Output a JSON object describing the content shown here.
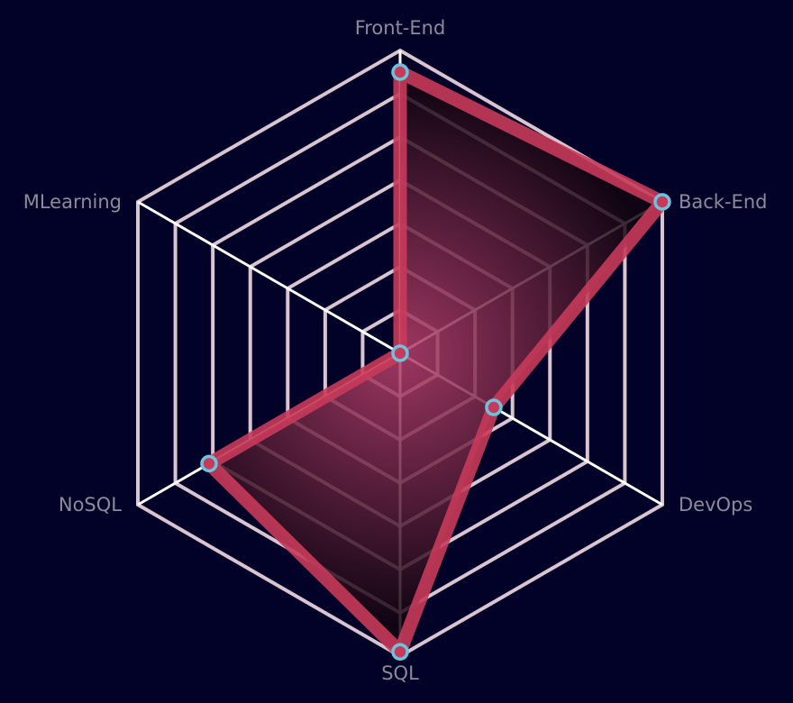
{
  "colors": {
    "background": "#020127",
    "grid": "#d9c4cf",
    "spoke": "#ffffff",
    "series_stroke": "#c83a5a",
    "series_fill_center": "#b8406a",
    "series_fill_edge": "#120510",
    "marker": "#6cc3dd",
    "label": "#8d8b99"
  },
  "chart_data": {
    "type": "radar",
    "categories": [
      "Front-End",
      "Back-End",
      "DevOps",
      "SQL",
      "NoSQL",
      "MLearning"
    ],
    "rmax": 7,
    "grid_levels": 7,
    "series": [
      {
        "values": [
          6.5,
          7.0,
          2.5,
          6.9,
          5.1,
          0.0
        ]
      }
    ]
  }
}
